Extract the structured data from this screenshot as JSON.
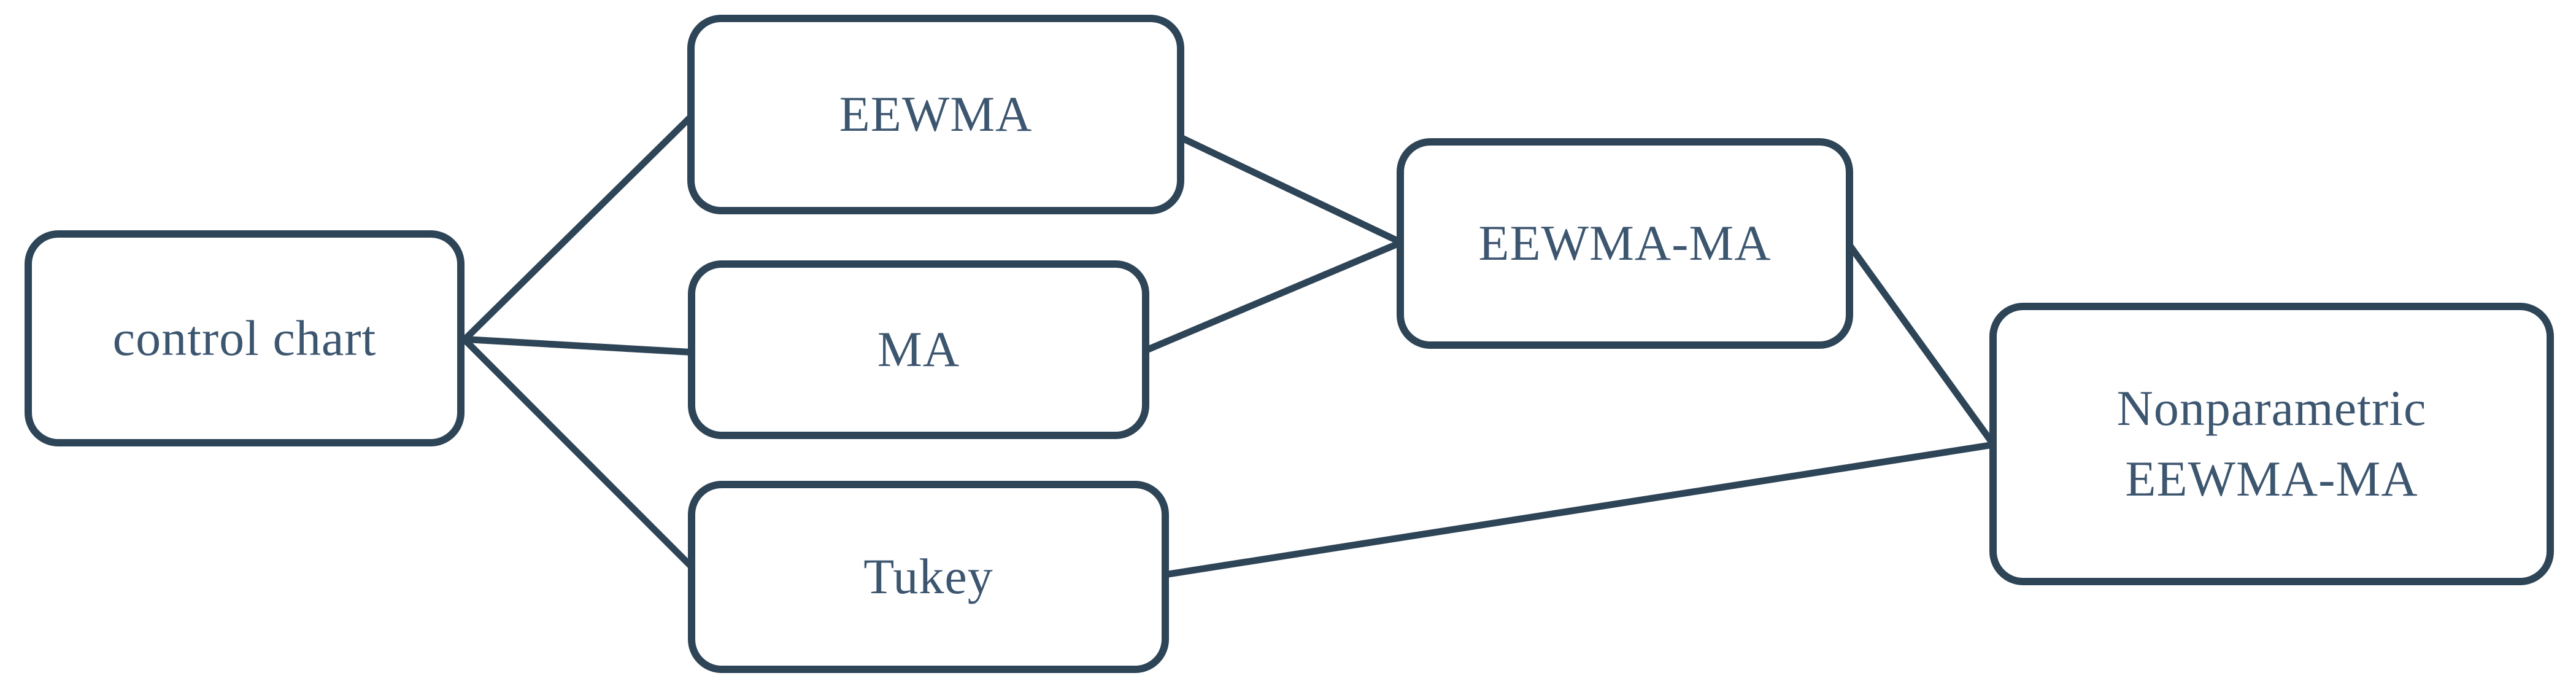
{
  "diagram": {
    "background_color": "#ffffff",
    "stroke_color": "#2e4457",
    "text_color": "#3d5670",
    "nodes": [
      {
        "id": "control-chart",
        "label": "control chart"
      },
      {
        "id": "eewma",
        "label": "EEWMA"
      },
      {
        "id": "ma",
        "label": "MA"
      },
      {
        "id": "tukey",
        "label": "Tukey"
      },
      {
        "id": "eewma-ma",
        "label": "EEWMA-MA"
      },
      {
        "id": "nonparametric-eewma-ma",
        "label": "Nonparametric\nEEWMA-MA"
      }
    ],
    "edges": [
      {
        "from": "control-chart",
        "to": "eewma"
      },
      {
        "from": "control-chart",
        "to": "ma"
      },
      {
        "from": "control-chart",
        "to": "tukey"
      },
      {
        "from": "eewma",
        "to": "eewma-ma"
      },
      {
        "from": "ma",
        "to": "eewma-ma"
      },
      {
        "from": "eewma-ma",
        "to": "nonparametric-eewma-ma"
      },
      {
        "from": "tukey",
        "to": "nonparametric-eewma-ma"
      }
    ]
  }
}
